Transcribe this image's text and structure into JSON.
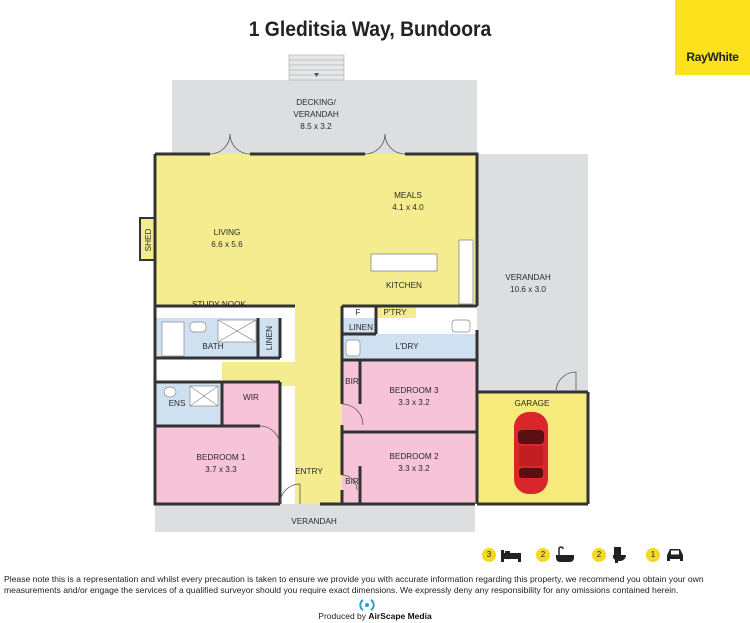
{
  "header": {
    "title": "1 Gleditsia Way, Bundoora",
    "logo_text": "RayWhite"
  },
  "rooms": {
    "decking": {
      "name": "DECKING/",
      "name2": "VERANDAH",
      "dims": "8.5 x 3.2"
    },
    "living": {
      "name": "LIVING",
      "dims": "6.6 x 5.6"
    },
    "meals": {
      "name": "MEALS",
      "dims": "4.1 x 4.0"
    },
    "kitchen": {
      "name": "KITCHEN"
    },
    "shed": {
      "name": "SHED"
    },
    "verandah_side": {
      "name": "VERANDAH",
      "dims": "10.6 x 3.0"
    },
    "study": {
      "name": "STUDY NOOK"
    },
    "f": {
      "name": "F"
    },
    "pantry": {
      "name": "P'TRY"
    },
    "linen1": {
      "name": "LINEN"
    },
    "linen2": {
      "name": "LINEN"
    },
    "bath": {
      "name": "BATH"
    },
    "laundry": {
      "name": "L'DRY"
    },
    "bir1": {
      "name": "BIR"
    },
    "bir2": {
      "name": "BIR"
    },
    "bed3": {
      "name": "BEDROOM 3",
      "dims": "3.3 x 3.2"
    },
    "bed2": {
      "name": "BEDROOM 2",
      "dims": "3.3 x 3.2"
    },
    "bed1": {
      "name": "BEDROOM 1",
      "dims": "3.7 x 3.3"
    },
    "ens": {
      "name": "ENS"
    },
    "wir": {
      "name": "WIR"
    },
    "garage": {
      "name": "GARAGE"
    },
    "entry": {
      "name": "ENTRY"
    },
    "verandah_front": {
      "name": "VERANDAH"
    }
  },
  "features": [
    {
      "count": "3",
      "icon": "bed-icon"
    },
    {
      "count": "2",
      "icon": "bath-icon"
    },
    {
      "count": "2",
      "icon": "toilet-icon"
    },
    {
      "count": "1",
      "icon": "car-icon"
    }
  ],
  "colors": {
    "living": "#f4ec8f",
    "bedroom": "#f6c4d6",
    "wet": "#cfe1f1",
    "outdoor": "#dcdee0",
    "garage": "#f6ea7c",
    "car": "#d9262a",
    "badge": "#f4d923"
  },
  "disclaimer": "Please note this is a representation and whilst every precaution is taken to ensure we provide you with accurate information regarding this property, we recommend you obtain your own measurements and/or engage the services of a qualified surveyor should you require exact dimensions. We expressly deny any responsibility for any omissions contained herein.",
  "credit": {
    "prefix": "Produced by",
    "brand": "AirScape Media"
  }
}
